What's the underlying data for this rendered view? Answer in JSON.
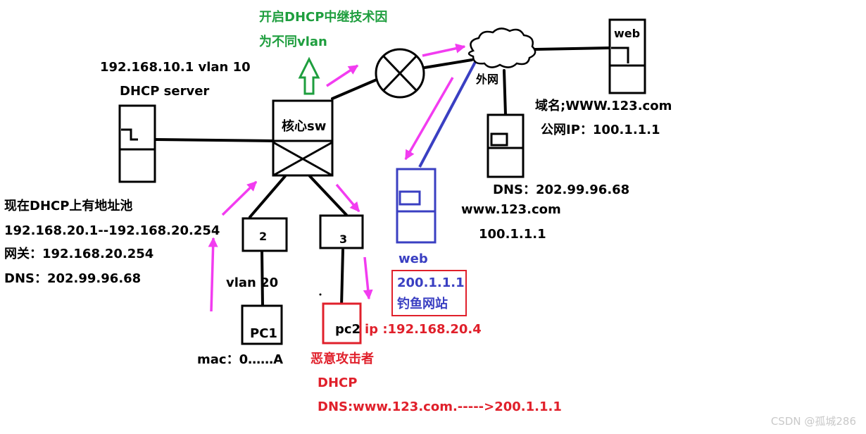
{
  "relay": {
    "line1": "开启DHCP中继技术因",
    "line2": "为不同vlan"
  },
  "gateway_label": "192.168.10.1   vlan  10",
  "dhcp_server_label": "DHCP server",
  "core_switch_label": "核心sw",
  "pool": {
    "title": "现在DHCP上有地址池",
    "range": "192.168.20.1--192.168.20.254",
    "gateway": "网关：192.168.20.254",
    "dns": "DNS：202.99.96.68"
  },
  "port2_label": "2",
  "port3_label": "3",
  "vlan20_label": "vlan  20",
  "pc1": {
    "label": "PC1",
    "mac": "mac：0……A"
  },
  "pc2": {
    "label": "pc2",
    "ip": "ip :192.168.20.4"
  },
  "attacker": {
    "title": "恶意攻击者",
    "service": "DHCP",
    "dns_rule": "DNS:www.123.com.----->200.1.1.1"
  },
  "phishing": {
    "label": "web",
    "ip": "200.1.1.1",
    "desc": "钓鱼网站"
  },
  "internet_label": "外网",
  "real_web": {
    "label": "web",
    "domain": "域名;WWW.123.com",
    "public_ip": "公网IP：100.1.1.1"
  },
  "dns_server": {
    "label": "DNS：202.99.96.68",
    "record_name": "www.123.com",
    "record_ip": "100.1.1.1"
  },
  "watermark": "CSDN @孤城286",
  "colors": {
    "ink": "#000000",
    "green": "#1e9e3e",
    "blue": "#3a3fc2",
    "red": "#e0202b",
    "magenta": "#f23cf0"
  }
}
